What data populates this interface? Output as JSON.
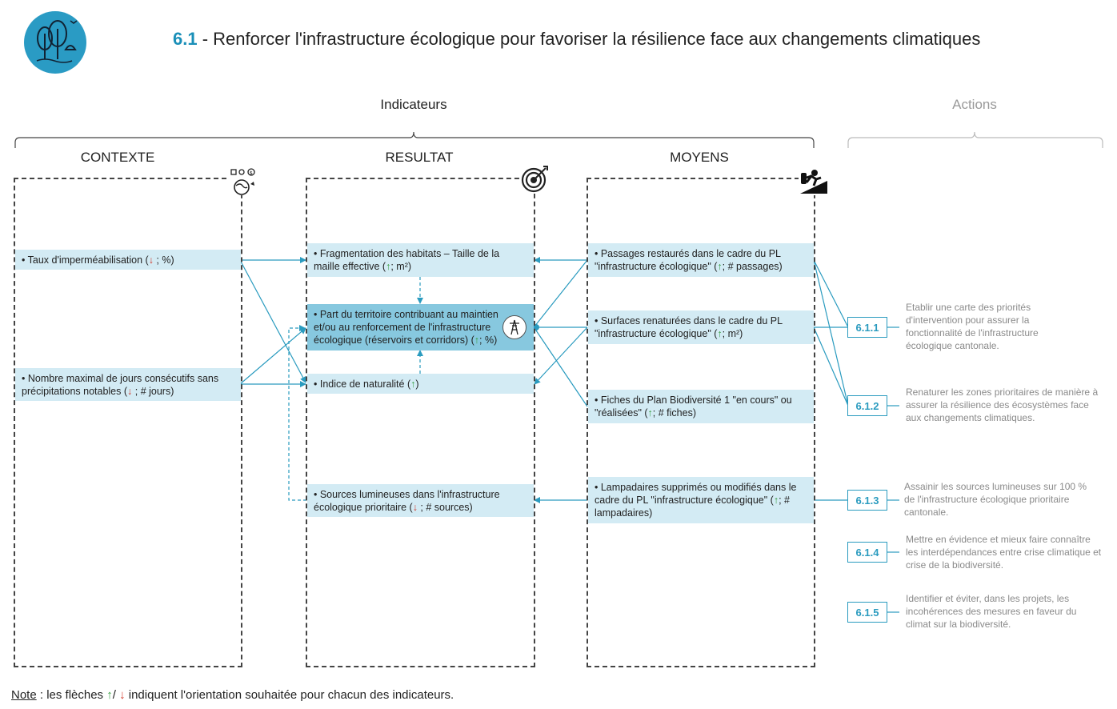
{
  "header": {
    "number": "6.1",
    "separator": " - ",
    "title": "Renforcer l'infrastructure écologique pour favoriser la résilience face aux changements climatiques"
  },
  "groups": {
    "indicateurs": "Indicateurs",
    "actions": "Actions"
  },
  "columns": {
    "contexte": "CONTEXTE",
    "resultat": "RESULTAT",
    "moyens": "MOYENS"
  },
  "contexte": [
    {
      "text": "• Taux d'imperméabilisation (",
      "arrow": "↓",
      "dir": "down",
      "unit": " ; %)"
    },
    {
      "text": "• Nombre maximal de jours consécutifs sans précipitations notables (",
      "arrow": "↓",
      "dir": "down",
      "unit": " ; # jours)"
    }
  ],
  "resultat": [
    {
      "text": "• Fragmentation des habitats – Taille de la maille effective (",
      "arrow": "↑",
      "dir": "up",
      "unit": "; m²)"
    },
    {
      "text": "• Part du territoire contribuant au maintien et/ou au renforcement de l'infrastructure écologique (réservoirs et corridors)  (",
      "arrow": "↑",
      "dir": "up",
      "unit": "; %)"
    },
    {
      "text": "• Indice de naturalité (",
      "arrow": "↑",
      "dir": "up",
      "unit": ")"
    },
    {
      "text": "• Sources lumineuses dans l'infrastructure écologique prioritaire (",
      "arrow": "↓",
      "dir": "down",
      "unit": " ; # sources)"
    }
  ],
  "moyens": [
    {
      "text": "• Passages restaurés dans le cadre du PL \"infrastructure écologique\" (",
      "arrow": "↑",
      "dir": "up",
      "unit": "; # passages)"
    },
    {
      "text": "• Surfaces renaturées dans le cadre du PL \"infrastructure écologique\" (",
      "arrow": "↑",
      "dir": "up",
      "unit": "; m²)"
    },
    {
      "text": "• Fiches du Plan Biodiversité 1 \"en cours\" ou \"réalisées\" (",
      "arrow": "↑",
      "dir": "up",
      "unit": "; # fiches)"
    },
    {
      "text": "• Lampadaires supprimés ou modifiés dans le cadre du PL \"infrastructure écologique\" (",
      "arrow": "↑",
      "dir": "up",
      "unit": "; # lampadaires)"
    }
  ],
  "actions": [
    {
      "id": "6.1.1",
      "desc": "Etablir une carte des priorités d'intervention pour assurer la fonctionnalité de l'infrastructure écologique cantonale."
    },
    {
      "id": "6.1.2",
      "desc": "Renaturer les zones prioritaires de manière à assurer la résilience des écosystèmes face aux changements climatiques."
    },
    {
      "id": "6.1.3",
      "desc": "Assainir les sources lumineuses sur 100 % de l'infrastructure écologique prioritaire cantonale."
    },
    {
      "id": "6.1.4",
      "desc": "Mettre en évidence et mieux faire connaître les interdépendances entre crise climatique et crise de la biodiversité."
    },
    {
      "id": "6.1.5",
      "desc": "Identifier et éviter, dans les projets, les incohérences des mesures en faveur du climat sur la biodiversité."
    }
  ],
  "note": {
    "label": "Note",
    "text1": " : les flèches ",
    "up": "↑",
    "slash": "/ ",
    "down": "↓",
    "text2": " indiquent l'orientation souhaitée pour chacun des indicateurs."
  },
  "icons": {
    "logo": "trees-landscape-logo",
    "contexte": "globe-environment-icon",
    "resultat": "target-icon",
    "moyens": "climber-icon",
    "infra": "pylon-icon"
  },
  "colors": {
    "accent": "#1a8fb8",
    "box_light": "#d3ebf4",
    "box_dark": "#87c8df",
    "arrow_up": "#3aa044",
    "arrow_down": "#d23a2c",
    "actions_grey": "#999999"
  }
}
